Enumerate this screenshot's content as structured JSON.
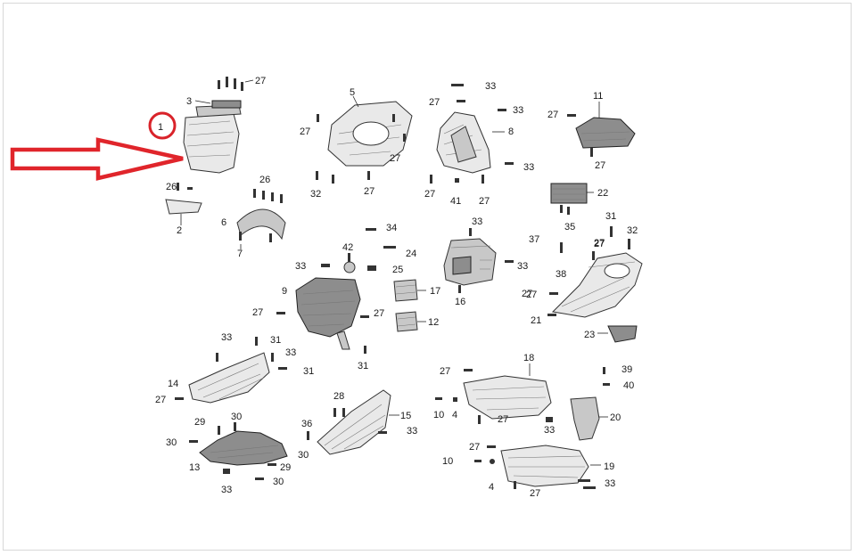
{
  "colors": {
    "arrow": "#e0252b",
    "callout_circle": "#d9232a",
    "ink": "#1a1a1a"
  },
  "highlight": {
    "part_number": "1",
    "icons": [
      "right-arrow-icon",
      "circle-highlight-icon"
    ]
  },
  "labels": {
    "n1": "1",
    "n2": "2",
    "n3": "3",
    "n4a": "4",
    "n4b": "4",
    "n5": "5",
    "n6": "6",
    "n7": "7",
    "n8": "8",
    "n9": "9",
    "n10a": "10",
    "n10b": "10",
    "n11": "11",
    "n12": "12",
    "n13": "13",
    "n14": "14",
    "n15": "15",
    "n16": "16",
    "n17": "17",
    "n18": "18",
    "n19": "19",
    "n20": "20",
    "n21": "21",
    "n22": "22",
    "n23": "23",
    "n24": "24",
    "n25": "25",
    "n26a": "26",
    "n26b": "26",
    "n27a": "27",
    "n27b": "27",
    "n27c": "27",
    "n27d": "27",
    "n27e": "27",
    "n27f": "27",
    "n27g": "27",
    "n27h": "27",
    "n27i": "27",
    "n27j": "27",
    "n27k": "27",
    "n27l": "27",
    "n27m": "27",
    "n27n": "27",
    "n27o": "27",
    "n27p": "27",
    "n27q": "27",
    "n27r": "27",
    "n27s": "27",
    "n27t": "27",
    "n28": "28",
    "n29a": "29",
    "n29b": "29",
    "n30a": "30",
    "n30b": "30",
    "n30c": "30",
    "n30d": "30",
    "n31a": "31",
    "n31b": "31",
    "n31c": "31",
    "n31d": "31",
    "n32a": "32",
    "n32b": "32",
    "n33a": "33",
    "n33b": "33",
    "n33c": "33",
    "n33d": "33",
    "n33e": "33",
    "n33f": "33",
    "n33g": "33",
    "n33h": "33",
    "n33i": "33",
    "n33j": "33",
    "n33k": "33",
    "n34": "34",
    "n35": "35",
    "n36": "36",
    "n37": "37",
    "n38": "38",
    "n39": "39",
    "n40": "40",
    "n41": "41",
    "n42": "42"
  }
}
